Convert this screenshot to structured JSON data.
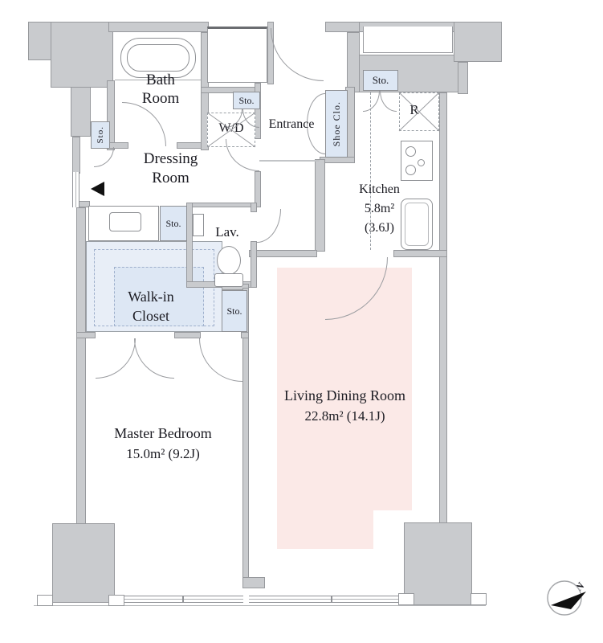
{
  "plan": {
    "bath": {
      "line1": "Bath",
      "line2": "Room"
    },
    "dressing": {
      "line1": "Dressing",
      "line2": "Room"
    },
    "entrance": "Entrance",
    "shoe_closet": "Shoe Clo.",
    "washer_dryer": "W/D",
    "refrigerator": "R",
    "kitchen": {
      "name": "Kitchen",
      "area": "5.8m²",
      "tatami": "(3.6J)"
    },
    "lavatory": "Lav.",
    "walk_in_closet": {
      "line1": "Walk-in",
      "line2": "Closet"
    },
    "master_bedroom": {
      "name": "Master Bedroom",
      "area": "15.0m²  (9.2J)"
    },
    "living_dining": {
      "name": "Living Dining Room",
      "area": "22.8m²  (14.1J)"
    },
    "storage": "Sto.",
    "compass_north": "N"
  },
  "colors": {
    "wall": "#c9cbce",
    "wall_line": "#97999d",
    "storage_fill": "#dde7f4",
    "closet_fill": "#e8eef7",
    "living_fill": "#fbe9e7",
    "text": "#1b1b22"
  }
}
